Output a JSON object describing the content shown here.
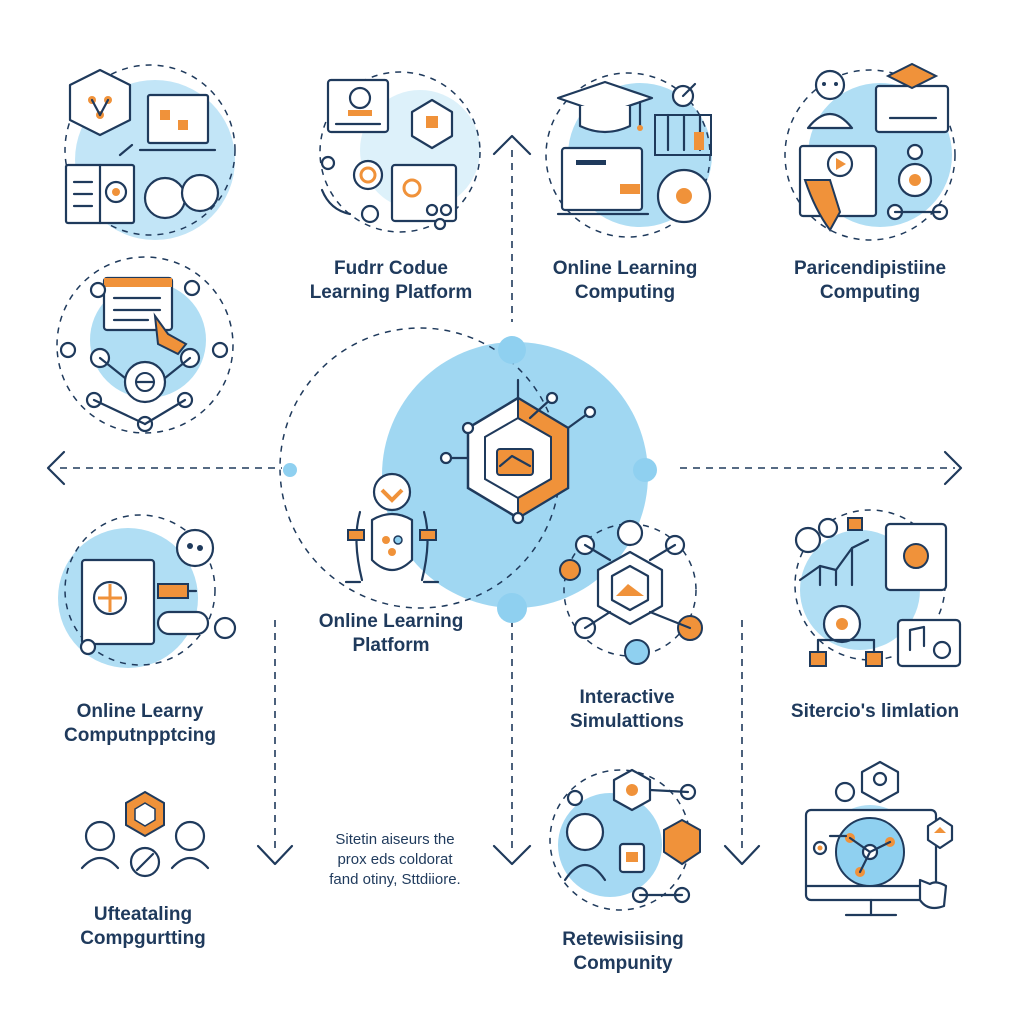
{
  "colors": {
    "accent_blue": "#8fd0f0",
    "light_blue": "#bfe4f7",
    "orange": "#f0923a",
    "ink": "#1f3a5c"
  },
  "labels": {
    "top_center_left": [
      "Fudrr Codue",
      "Learning Platform"
    ],
    "top_center_right": [
      "Online Learning",
      "Computing"
    ],
    "top_right": [
      "Paricendipistiine",
      "Computing"
    ],
    "center": [
      "Online Learning",
      "Platform"
    ],
    "mid_left": [
      "Online Learny",
      "Computnpptcing"
    ],
    "mid_center_right": [
      "Interactive",
      "Simulattions"
    ],
    "mid_right": [
      "Sitercio's limlation"
    ],
    "bottom_left": [
      "Ufteataling",
      "Compgurtting"
    ],
    "bottom_center_note": [
      "Sitetin aiseurs the",
      "prox eds coldorat",
      "fand otiny, Sttdiiore."
    ],
    "bottom_center_right": [
      "Retewisiising",
      "Compunity"
    ]
  },
  "icons": [
    "network-cube-icon",
    "presentation-board-icon",
    "graduation-cap-icon",
    "student-screen-icon",
    "document-hand-icon",
    "hexagon-hands-icon",
    "hands-shield-icon",
    "globe-map-icon",
    "hexagon-network-icon",
    "analytics-chart-icon",
    "people-hexagon-icon",
    "person-network-icon",
    "monitor-network-icon"
  ]
}
